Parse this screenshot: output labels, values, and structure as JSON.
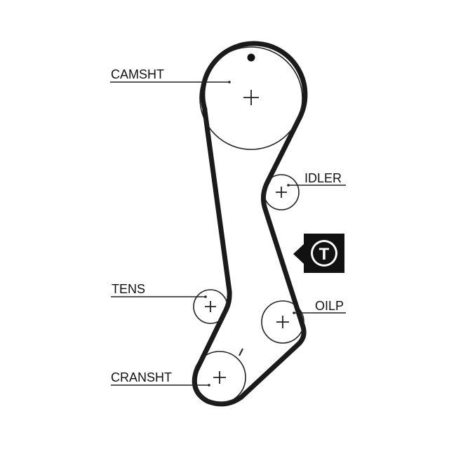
{
  "diagram": {
    "labels": {
      "camshaft": "CAMSHT",
      "idler": "IDLER",
      "tensioner": "TENS",
      "oil_pump": "OILP",
      "crankshaft": "CRANSHT"
    },
    "badge": {
      "letter": "T"
    },
    "colors": {
      "belt": "#1a1a1a",
      "pulley": "#222222",
      "background": "#ffffff"
    }
  }
}
